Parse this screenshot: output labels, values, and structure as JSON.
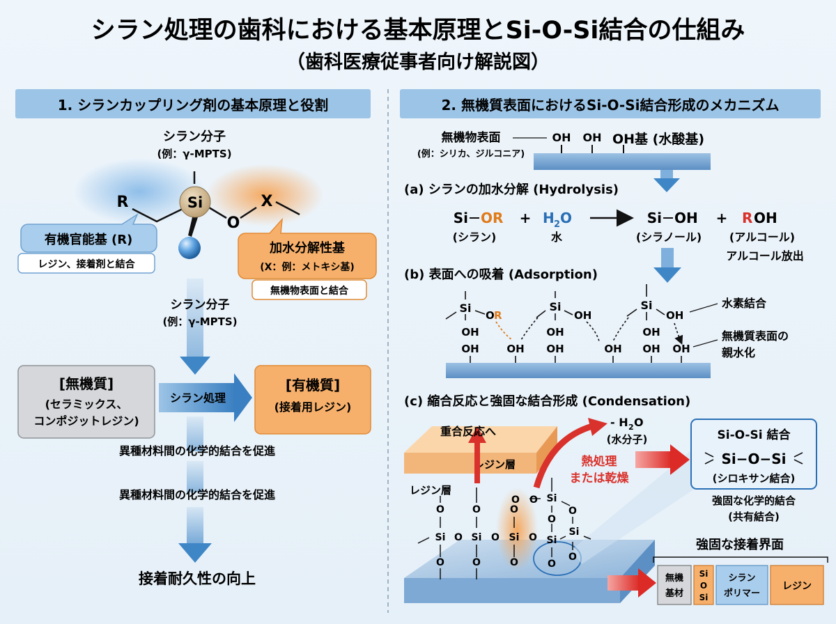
{
  "title": "シラン処理の歯科における基本原理とSi-O-Si結合の仕組み",
  "subtitle": "（歯科医療従事者向け解説図）",
  "left": {
    "header": "1. シランカップリング剤の基本原理と役割",
    "molecule_label": "シラン分子",
    "molecule_example": "(例：γ-MPTS)",
    "atoms": {
      "R": "R",
      "Si": "Si",
      "O": "O",
      "X": "X"
    },
    "organic_group": "有機官能基 (R)",
    "organic_bond": "レジン、接着剤と結合",
    "hydrolyzable_group": "加水分解性基",
    "hydrolyzable_example": "(X：例：メトキシ基)",
    "inorganic_bond": "無機物表面と結合",
    "molecule_label2": "シラン分子",
    "molecule_example2": "(例：γ-MPTS)",
    "inorganic_title": "[無機質]",
    "inorganic_line1": "(セラミックス、",
    "inorganic_line2": "コンポジットレジン)",
    "treatment": "シラン処理",
    "organic_title": "[有機質]",
    "organic_sub": "(接着用レジン)",
    "promote1": "異種材料間の化学的結合を促進",
    "promote2": "異種材料間の化学的結合を促進",
    "durability": "接着耐久性の向上"
  },
  "right": {
    "header": "2. 無機質表面におけるSi-O-Si結合形成のメカニズム",
    "surface_label": "無機物表面",
    "surface_example": "(例：シリカ、ジルコニア)",
    "oh": "OH",
    "oh_group": "OH基 (水酸基)",
    "step_a": "(a) シランの加水分解 (Hydrolysis)",
    "eq_si": "Si",
    "eq_or": "OR",
    "plus": "+",
    "eq_h": "H",
    "eq_2": "2",
    "eq_o": "O",
    "eq_siloh": "Si",
    "eq_oh": "OH",
    "eq_r": "R",
    "eq_roh_oh": "OH",
    "silane": "(シラン)",
    "water": "水",
    "silanol": "(シラノール)",
    "alcohol": "(アルコール)",
    "alcohol_release": "アルコール放出",
    "step_b": "(b) 表面への吸着 (Adsorption)",
    "hydrogen_bond": "水素結合",
    "hydrophilic_1": "無機質表面の",
    "hydrophilic_2": "親水化",
    "step_c": "(c) 縮合反応と強固な結合形成 (Condensation)",
    "polymerization": "重合反応へ",
    "resin_layer": "レジン層",
    "resin_layer2": "レジン層",
    "minus_h2o_pre": "- H",
    "minus_h2o_sub": "2",
    "minus_h2o_post": "O",
    "water_molecule": "(水分子)",
    "heat1": "熱処理",
    "heat2": "または乾燥",
    "siosi_title": "Si-O-Si 結合",
    "siosi_formula": "Si−O−Si",
    "siloxane": "(シロキサン結合)",
    "strong1": "強固な化学的結合",
    "strong2": "(共有結合)",
    "interface_title": "強固な接着界面",
    "layer_inorganic1": "無機",
    "layer_inorganic2": "基材",
    "layer_si1": "Si",
    "layer_si2": "O",
    "layer_si3": "Si",
    "layer_polymer1": "シラン",
    "layer_polymer2": "ポリマー",
    "layer_resin": "レジン"
  },
  "colors": {
    "blue_header": "#9cc4e6",
    "blue_arrow": "#3f86c6",
    "orange": "#f4a75e",
    "orange_fill": "#fbd0a0",
    "orange_text": "#e07b1a",
    "red": "#e0312d",
    "surface_blue": "#5b8fc7",
    "gray_box": "#d5d7da"
  },
  "icons": [
    "arrow-down-icon",
    "arrow-right-icon",
    "curved-arrow-icon",
    "hydrogen-bond-dotted-icon"
  ]
}
